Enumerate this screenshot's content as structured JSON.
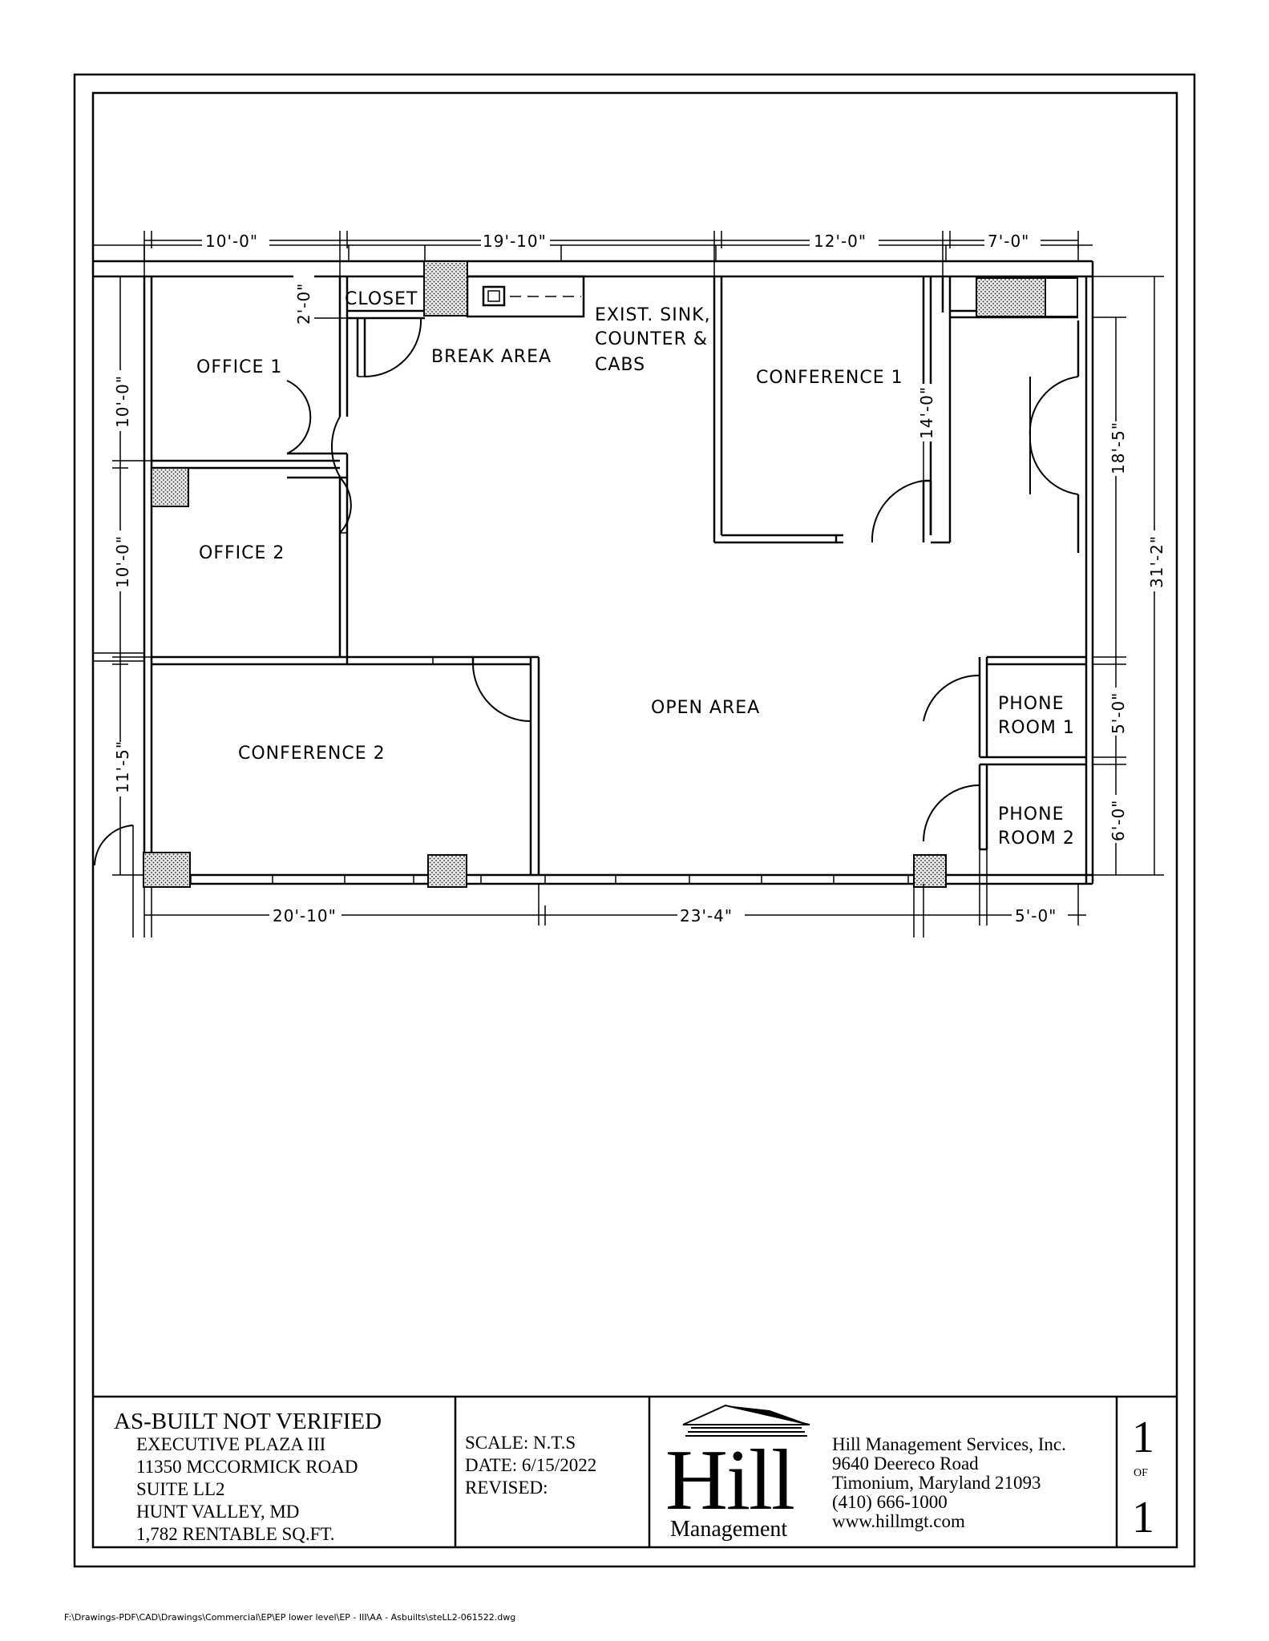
{
  "rooms": {
    "office1": "OFFICE 1",
    "office2": "OFFICE 2",
    "closet": "CLOSET",
    "break_area": "BREAK AREA",
    "sink_line1": "EXIST. SINK,",
    "sink_line2": "COUNTER &",
    "sink_line3": "CABS",
    "conference1": "CONFERENCE 1",
    "conference2": "CONFERENCE 2",
    "open_area": "OPEN AREA",
    "phone1_line1": "PHONE",
    "phone1_line2": "ROOM 1",
    "phone2_line1": "PHONE",
    "phone2_line2": "ROOM 2"
  },
  "dimensions": {
    "top_1": "10'-0\"",
    "top_2": "19'-10\"",
    "top_3": "12'-0\"",
    "top_4": "7'-0\"",
    "left_1": "10'-0\"",
    "left_2": "10'-0\"",
    "left_3": "11'-5\"",
    "closet_depth": "2'-0\"",
    "conf1_depth": "14'-0\"",
    "right_1": "18'-5\"",
    "right_total": "31'-2\"",
    "right_2": "5'-0\"",
    "right_3": "6'-0\"",
    "bottom_1": "20'-10\"",
    "bottom_2": "23'-4\"",
    "bottom_3": "5'-0\""
  },
  "title_block": {
    "heading": "AS-BUILT NOT VERIFIED",
    "property": "EXECUTIVE PLAZA III",
    "street": "11350 MCCORMICK ROAD",
    "suite": "SUITE LL2",
    "city": "HUNT VALLEY, MD",
    "area": "1,782 RENTABLE SQ.FT.",
    "scale": "SCALE: N.T.S",
    "date": "DATE:  6/15/2022",
    "revised": "REVISED:",
    "logo_word": "Hill",
    "logo_sub": "Management",
    "company": "Hill Management Services, Inc.",
    "company_street": "9640 Deereco Road",
    "company_city": "Timonium, Maryland  21093",
    "company_phone": "(410) 666-1000",
    "company_web": "www.hillmgt.com",
    "sheet_number": "1",
    "sheet_of": "OF",
    "sheet_total": "1"
  },
  "file_path": "F:\\Drawings-PDF\\CAD\\Drawings\\Commercial\\EP\\EP lower level\\EP - III\\AA - Asbuilts\\steLL2-061522.dwg"
}
